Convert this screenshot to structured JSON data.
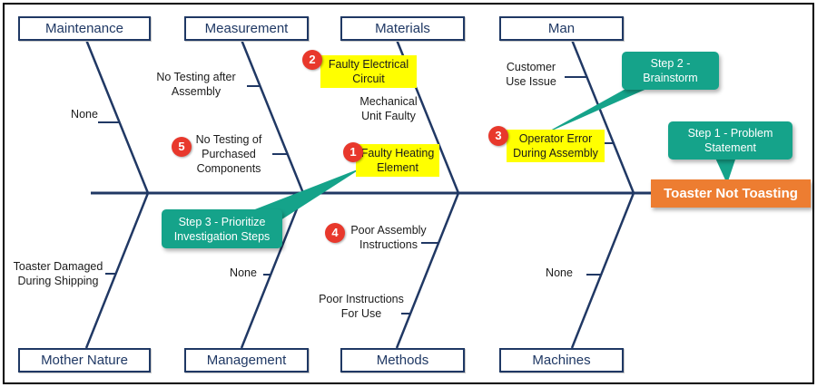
{
  "effect": {
    "label": "Toaster Not Toasting"
  },
  "categories": {
    "maintenance": "Maintenance",
    "measurement": "Measurement",
    "materials": "Materials",
    "man": "Man",
    "mother_nature": "Mother Nature",
    "management": "Management",
    "methods": "Methods",
    "machines": "Machines"
  },
  "causes": {
    "maintenance_none": "None",
    "no_testing_after_assembly": "No Testing after Assembly",
    "no_testing_of_purchased_components": "No Testing of Purchased Components",
    "faulty_electrical_circuit": "Faulty Electrical Circuit",
    "mechanical_unit_faulty": "Mechanical Unit Faulty",
    "faulty_heating_element": "Faulty Heating Element",
    "customer_use_issue": "Customer Use Issue",
    "operator_error_during_assembly": "Operator Error During Assembly",
    "toaster_damaged_during_shipping": "Toaster Damaged During Shipping",
    "management_none": "None",
    "poor_assembly_instructions": "Poor Assembly Instructions",
    "poor_instructions_for_use": "Poor Instructions For Use",
    "machines_none": "None"
  },
  "priority_markers": {
    "1": "1",
    "2": "2",
    "3": "3",
    "4": "4",
    "5": "5"
  },
  "callouts": {
    "step1": "Step 1 - Problem Statement",
    "step2": "Step 2 - Brainstorm",
    "step3": "Step 3 - Prioritize Investigation Steps"
  },
  "colors": {
    "line_navy": "#1F3864",
    "highlight_yellow": "#FFFF00",
    "effect_orange": "#ED7D31",
    "callout_teal": "#15A38A",
    "marker_red": "#E8382C"
  }
}
